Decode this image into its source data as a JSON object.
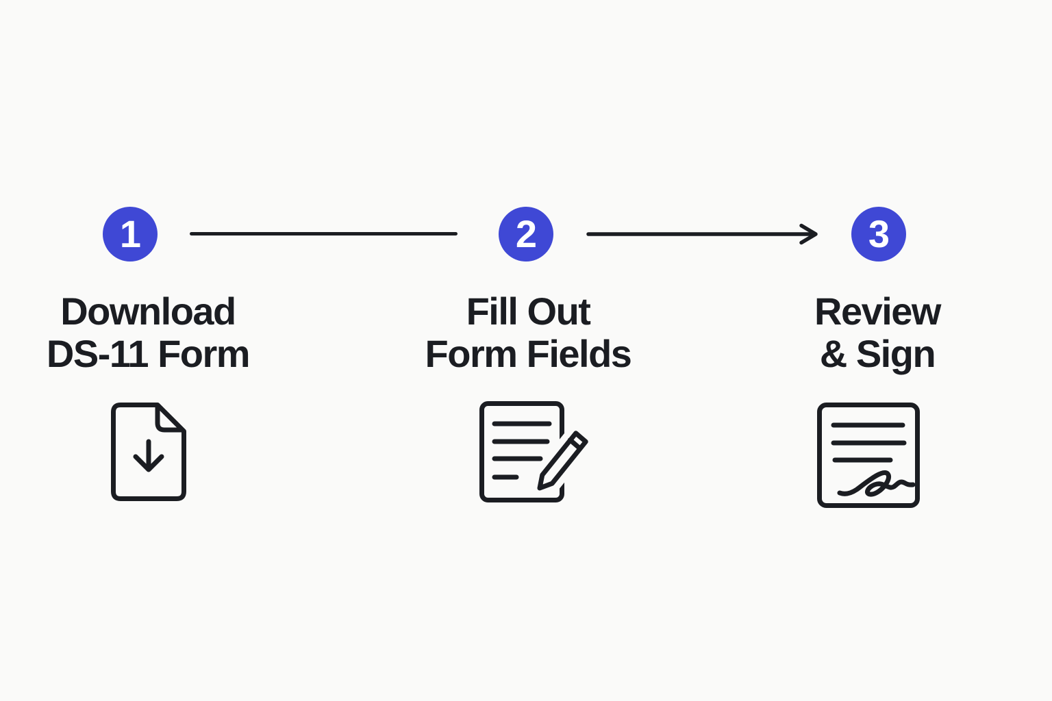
{
  "canvas": {
    "background": "#fafaf9",
    "ink": "#1b1d22",
    "accent": "#3f48d5",
    "number_color": "#ffffff"
  },
  "steps": [
    {
      "number": "1",
      "title_line1": "Download",
      "title_line2": "DS-11 Form",
      "icon": "document-download-icon"
    },
    {
      "number": "2",
      "title_line1": "Fill Out",
      "title_line2": "Form Fields",
      "icon": "document-edit-icon"
    },
    {
      "number": "3",
      "title_line1": "Review",
      "title_line2": "& Sign",
      "icon": "document-signature-icon"
    }
  ],
  "connectors": [
    {
      "from": "1",
      "to": "2",
      "style": "line"
    },
    {
      "from": "2",
      "to": "3",
      "style": "arrow"
    }
  ]
}
